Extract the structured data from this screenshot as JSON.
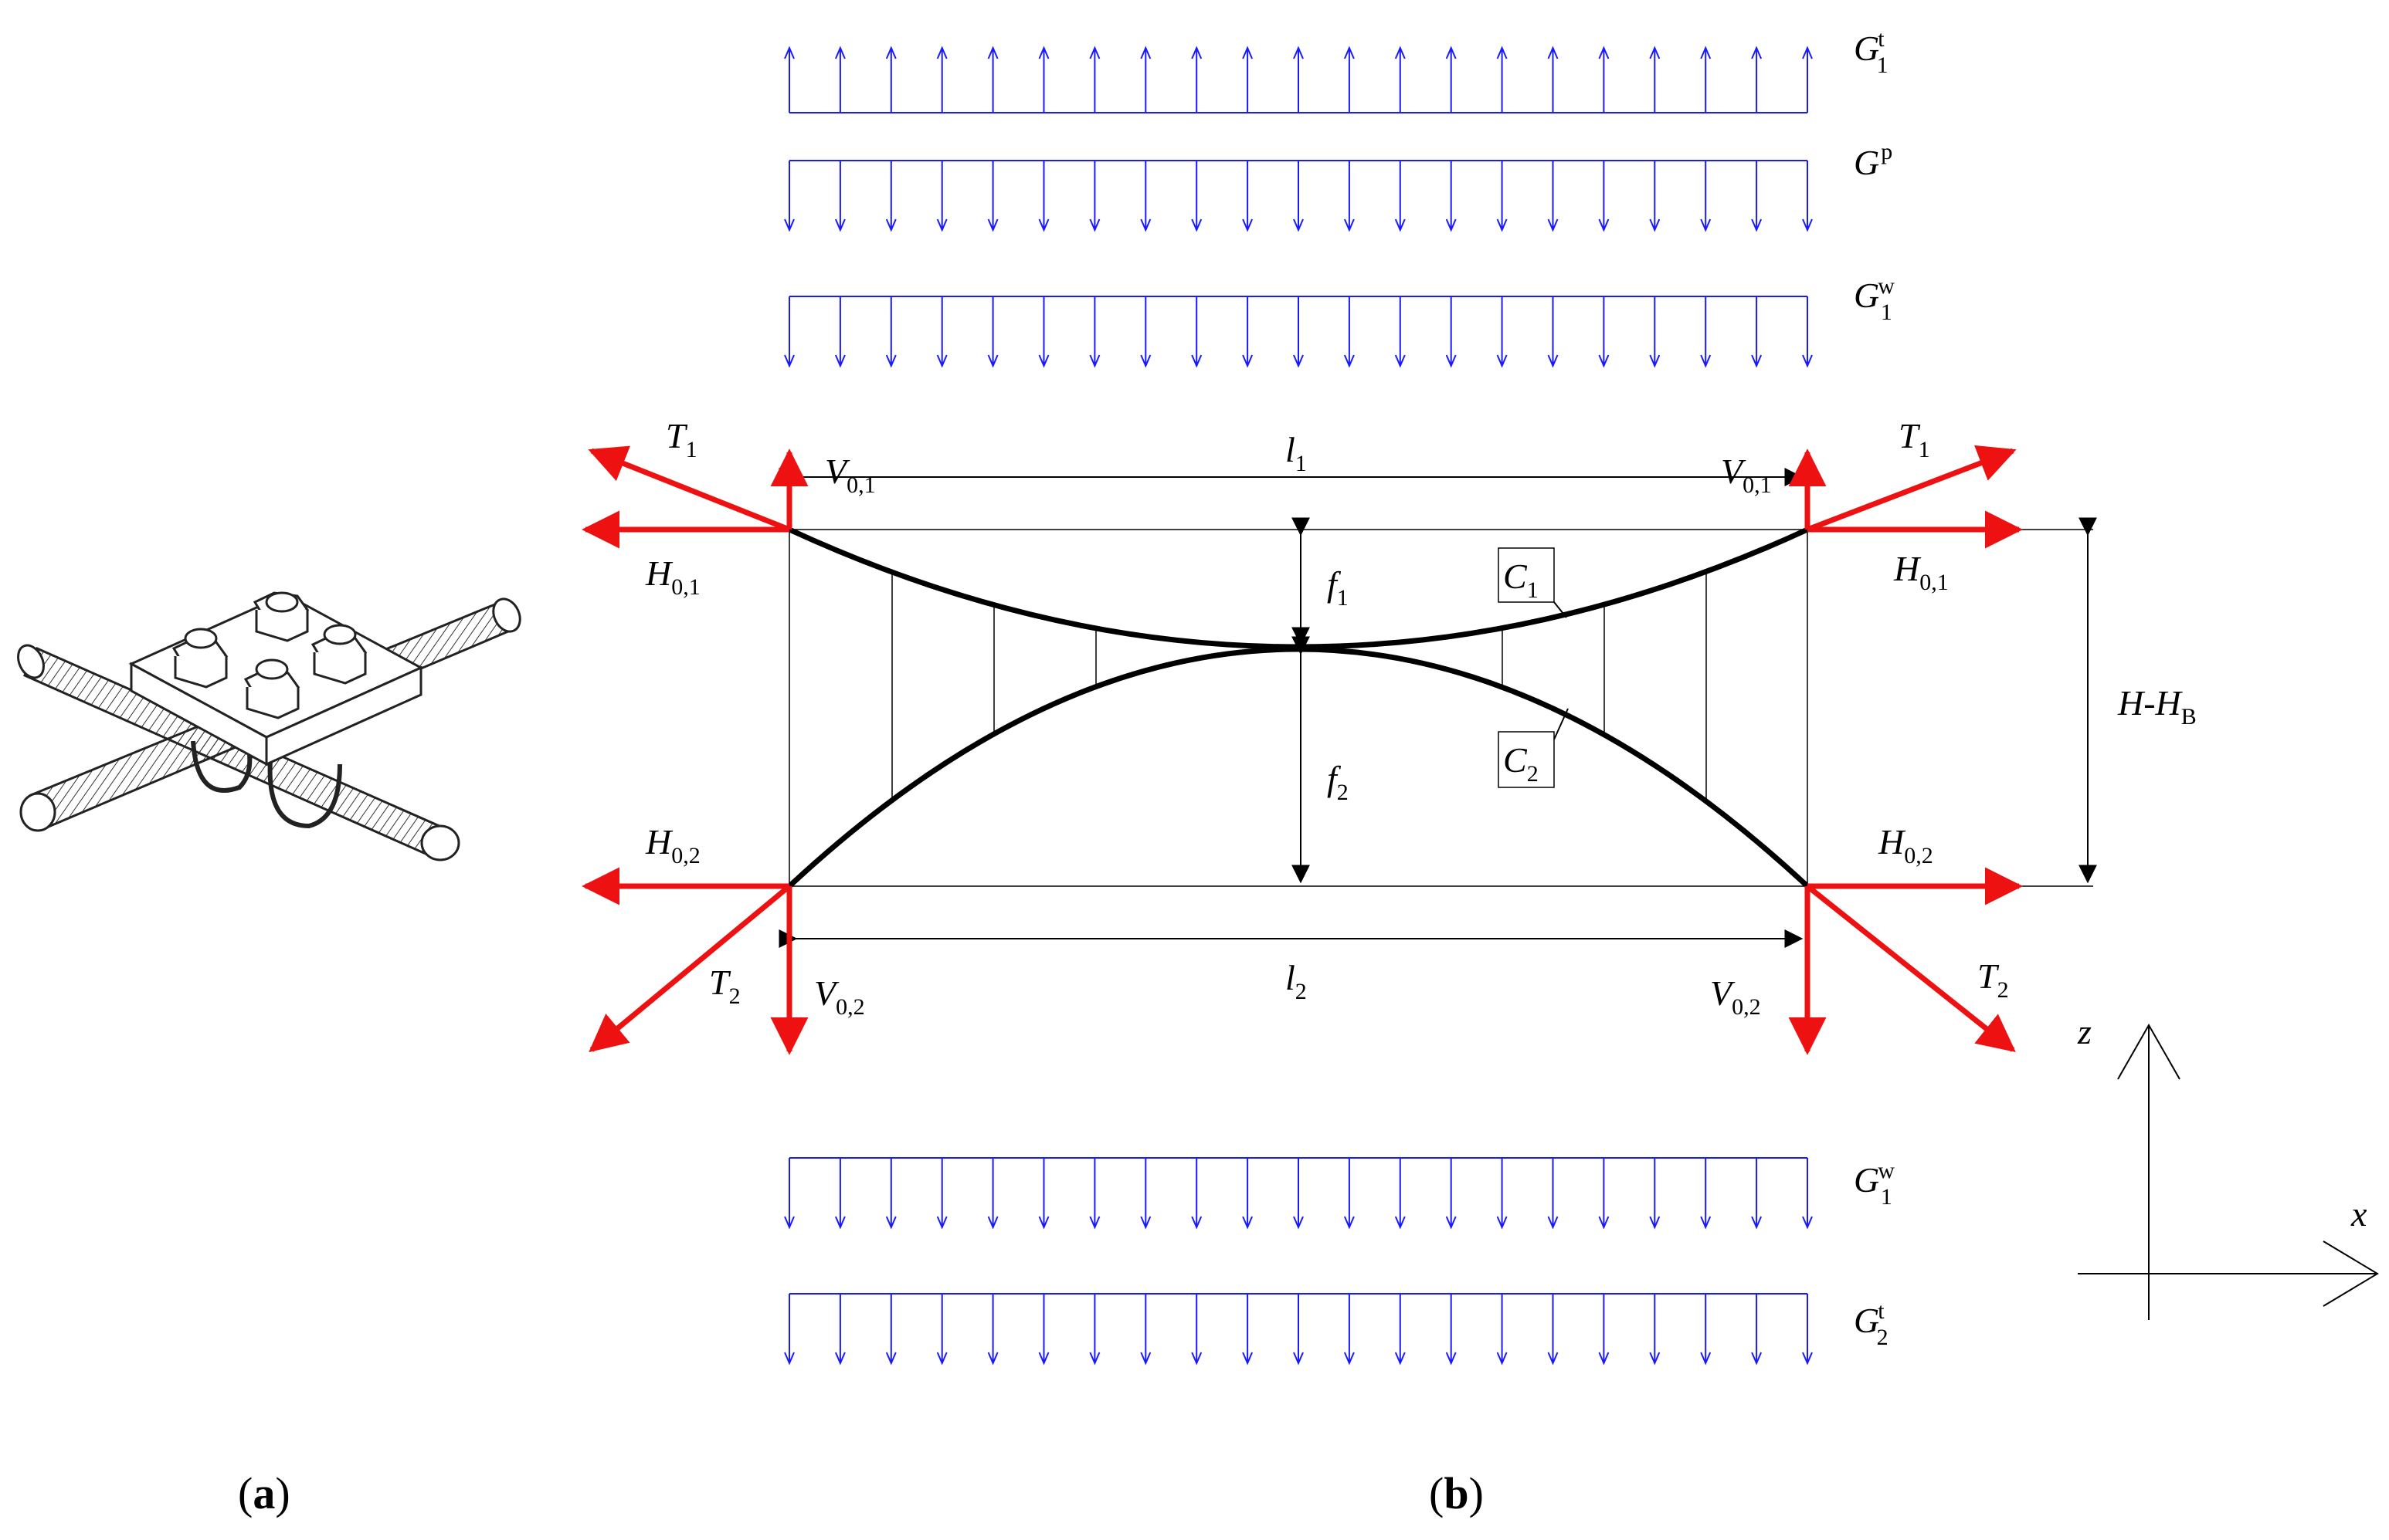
{
  "figure": {
    "panel_a": {
      "open": "(",
      "letter": "a",
      "close": ")"
    },
    "panel_b": {
      "open": "(",
      "letter": "b",
      "close": ")"
    }
  },
  "loads": {
    "G1t_top": {
      "main": "G",
      "sub": "1",
      "sup": "t"
    },
    "Gp": {
      "main": "G",
      "sub": "",
      "sup": "p"
    },
    "G1w_top": {
      "main": "G",
      "sub": "1",
      "sup": "w"
    },
    "G1w_bottom": {
      "main": "G",
      "sub": "1",
      "sup": "w"
    },
    "G2t_bottom": {
      "main": "G",
      "sub": "2",
      "sup": "t"
    }
  },
  "forces": {
    "T1_left": {
      "main": "T",
      "sub": "1"
    },
    "T1_right": {
      "main": "T",
      "sub": "1"
    },
    "V01_left": {
      "main": "V",
      "sub": "0,1"
    },
    "V01_right": {
      "main": "V",
      "sub": "0,1"
    },
    "H01_left": {
      "main": "H",
      "sub": "0,1"
    },
    "H01_right": {
      "main": "H",
      "sub": "0,1"
    },
    "H02_left": {
      "main": "H",
      "sub": "0,2"
    },
    "H02_right": {
      "main": "H",
      "sub": "0,2"
    },
    "T2_left": {
      "main": "T",
      "sub": "2"
    },
    "T2_right": {
      "main": "T",
      "sub": "2"
    },
    "V02_left": {
      "main": "V",
      "sub": "0,2"
    },
    "V02_right": {
      "main": "V",
      "sub": "0,2"
    }
  },
  "dimensions": {
    "l1": {
      "main": "l",
      "sub": "1"
    },
    "l2": {
      "main": "l",
      "sub": "2"
    },
    "f1": {
      "main": "f",
      "sub": "1"
    },
    "f2": {
      "main": "f",
      "sub": "2"
    },
    "height": {
      "main": "H-H",
      "sub": "B"
    }
  },
  "cables": {
    "C1": {
      "main": "C",
      "sub": "1"
    },
    "C2": {
      "main": "C",
      "sub": "2"
    }
  },
  "axes": {
    "z": "z",
    "x": "x"
  },
  "colors": {
    "load_arrows": "#1a1aff",
    "reaction_arrows": "#ee1111",
    "lines": "#000000"
  }
}
